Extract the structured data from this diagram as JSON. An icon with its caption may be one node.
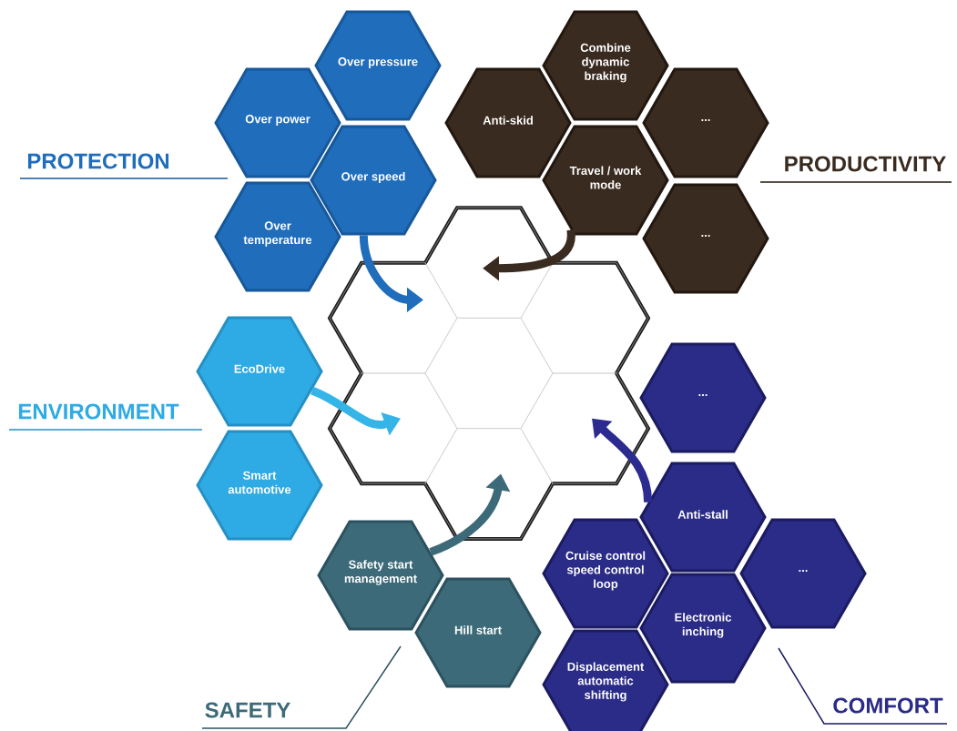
{
  "diagram": {
    "nodes": [
      {
        "text": [
          "Over pressure"
        ]
      },
      {
        "text": [
          "Combine dynamic braking"
        ]
      },
      {
        "text": [
          "Over power"
        ]
      },
      {
        "text": [
          "Anti-skid"
        ]
      },
      {
        "text": [
          "..."
        ]
      },
      {
        "text": [
          "Over speed"
        ]
      },
      {
        "text": [
          "Travel / work mode"
        ]
      },
      {
        "text": [
          "Over temperature"
        ]
      },
      {
        "text": [
          "..."
        ]
      },
      {
        "text": [],
        "shape": "hexagon"
      },
      {
        "text": [],
        "shape": "hexagon"
      },
      {
        "text": [],
        "shape": "hexagon"
      },
      {
        "text": [],
        "shape": "hexagon"
      },
      {
        "text": [],
        "shape": "hexagon"
      },
      {
        "text": [],
        "shape": "hexagon"
      },
      {
        "text": [],
        "shape": "hexagon"
      },
      {
        "text": [
          "EcoDrive"
        ]
      },
      {
        "text": [
          "..."
        ]
      },
      {
        "text": [
          "Smart automotive"
        ]
      },
      {
        "text": [
          "Anti-stall"
        ]
      },
      {
        "text": [
          "Safety start management"
        ]
      },
      {
        "text": [
          "Cruise control speed control loop"
        ]
      },
      {
        "text": [
          "..."
        ]
      },
      {
        "text": [
          "Hill start"
        ]
      },
      {
        "text": [
          "Electronic inching"
        ]
      },
      {
        "text": [
          "Displacement automatic shifting"
        ]
      }
    ],
    "edges": [
      {
        "from": 5,
        "to": 10,
        "arrow": "to",
        "color": "#1f6dbb"
      },
      {
        "from": 6,
        "to": 9,
        "arrow": "to",
        "color": "#3a2b20"
      },
      {
        "from": 16,
        "to": 13,
        "arrow": "to",
        "color": "#35b4e8"
      },
      {
        "from": 20,
        "to": 15,
        "arrow": "to",
        "color": "#3d6a78"
      },
      {
        "from": 19,
        "to": 14,
        "arrow": "to",
        "color": "#2b2b90"
      }
    ],
    "labels": [
      "PROTECTION",
      "PRODUCTIVITY",
      "ENVIRONMENT",
      "SAFETY",
      "COMFORT"
    ]
  }
}
